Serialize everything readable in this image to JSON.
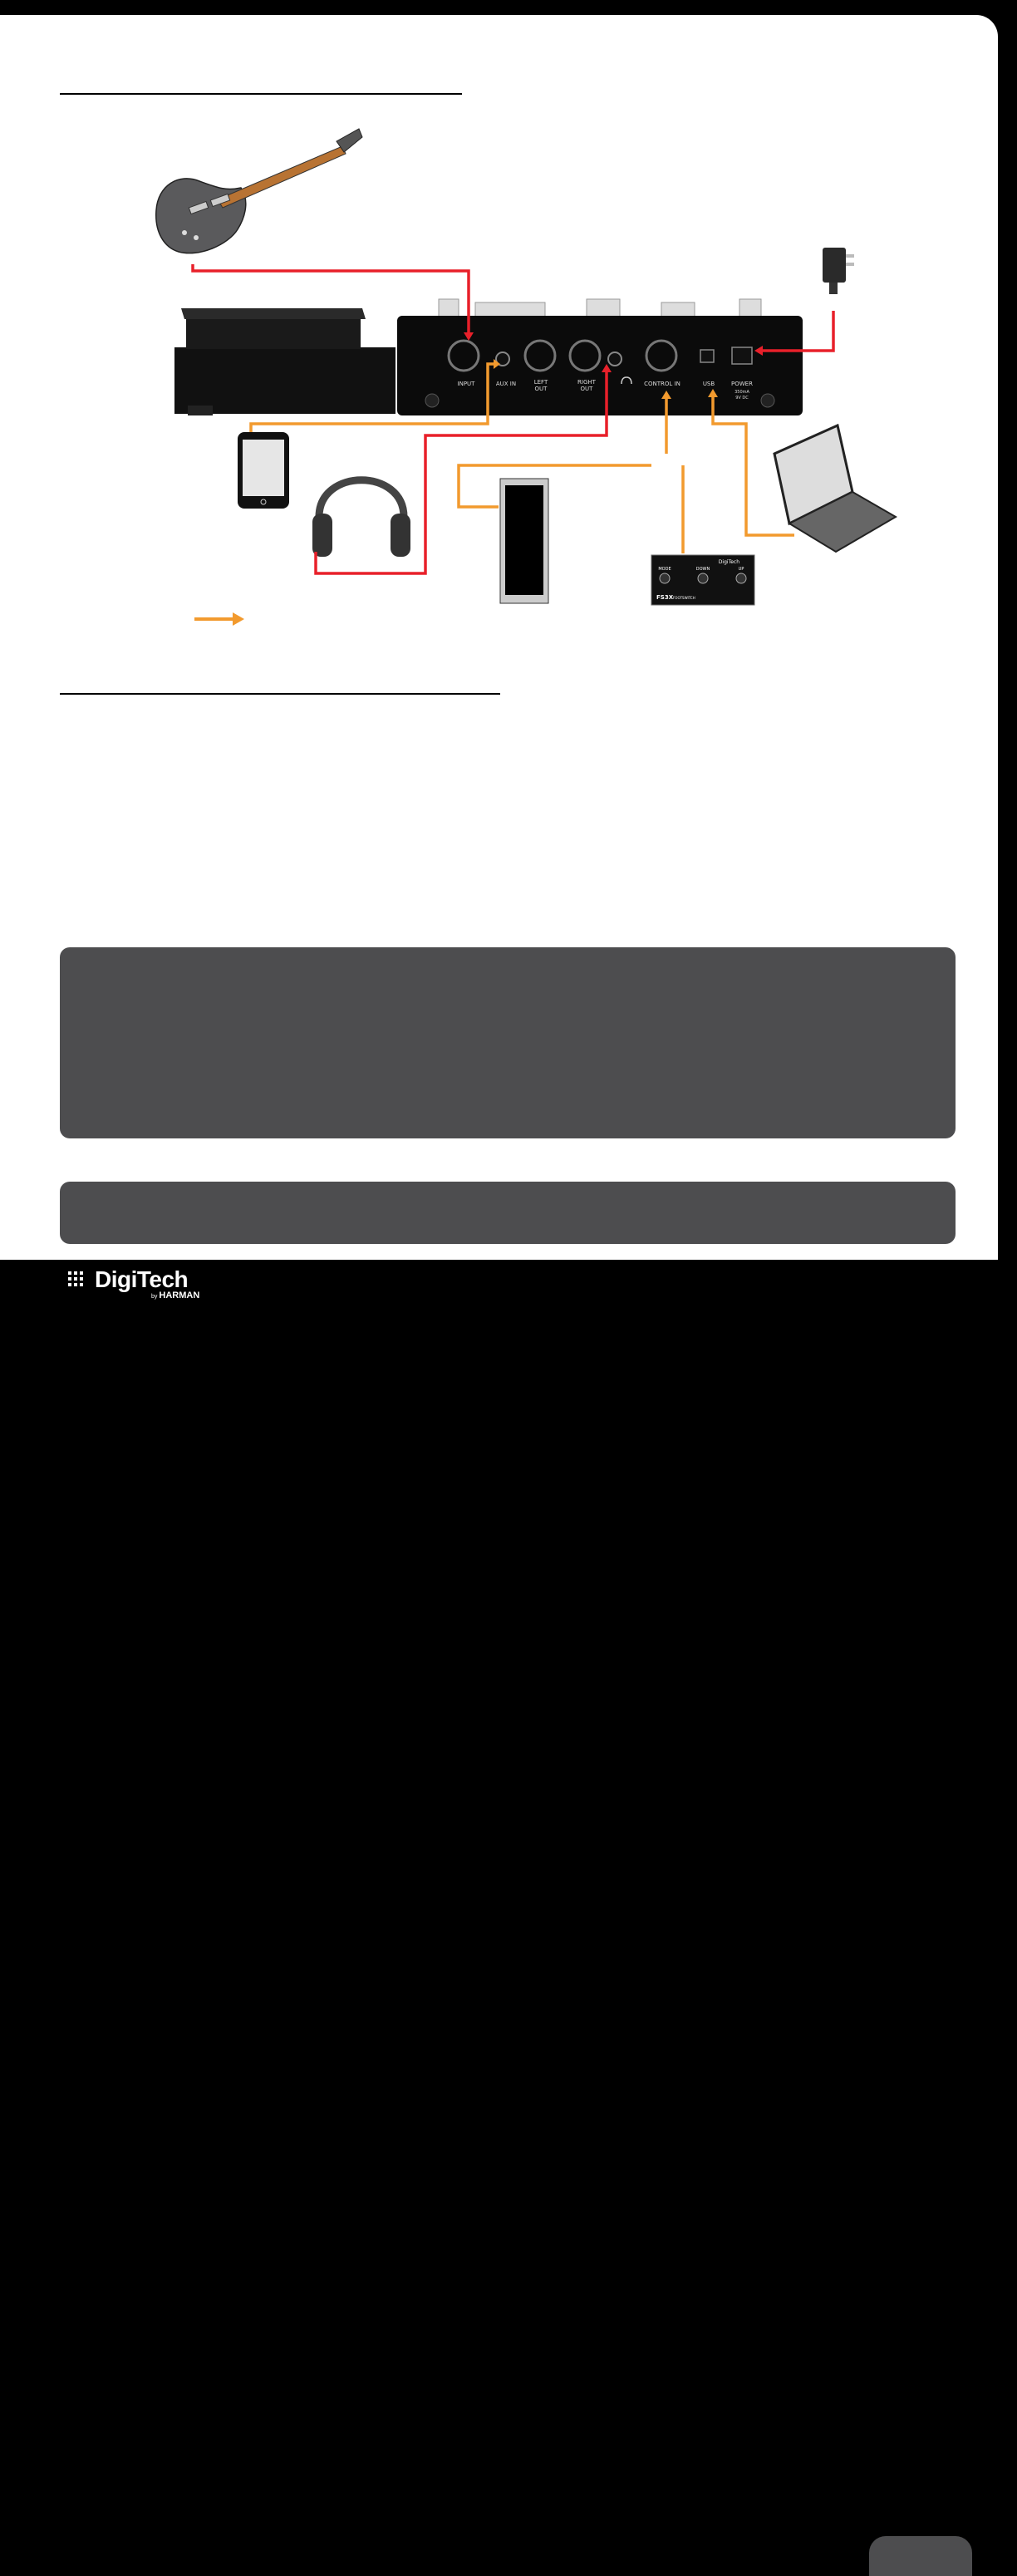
{
  "device": {
    "input_label": "INPUT",
    "aux_in_label": "AUX IN",
    "left_out_label": [
      "LEFT",
      "OUT"
    ],
    "right_out_label": [
      "RIGHT",
      "OUT"
    ],
    "control_in_label": "CONTROL IN",
    "usb_label": "USB",
    "power_label": "POWER",
    "power_spec": [
      "350mA",
      "9V DC"
    ]
  },
  "footswitch": {
    "brand": "DigiTech",
    "model": "FS3X",
    "model_sub": "FOOTSWITCH",
    "buttons": [
      "MODE",
      "DOWN",
      "UP"
    ]
  },
  "footer": {
    "brand": "DigiTech",
    "sub_by": "by",
    "sub_brand": "HARMAN"
  },
  "colors": {
    "cable_red": "#e8202a",
    "cable_orange": "#f29a2e",
    "box_gray": "#4d4d4f"
  }
}
